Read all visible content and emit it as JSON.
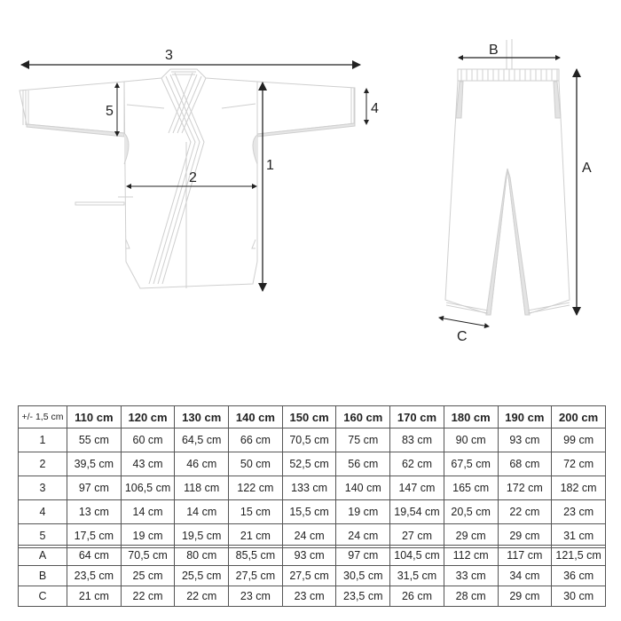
{
  "diagram": {
    "jacket_labels": {
      "width_span": "3",
      "body_width": "2",
      "body_length": "1",
      "sleeve_opening": "4",
      "armhole": "5"
    },
    "pants_labels": {
      "waist": "B",
      "length": "A",
      "leg_opening": "C"
    },
    "line_color": "#222222",
    "garment_color": "#cccccc"
  },
  "jacket_table": {
    "corner": "+/- 1,5 cm",
    "headers": [
      "110 cm",
      "120 cm",
      "130 cm",
      "140 cm",
      "150 cm",
      "160 cm",
      "170 cm",
      "180 cm",
      "190 cm",
      "200 cm"
    ],
    "rows": [
      {
        "label": "1",
        "values": [
          "55 cm",
          "60 cm",
          "64,5 cm",
          "66 cm",
          "70,5 cm",
          "75 cm",
          "83 cm",
          "90 cm",
          "93 cm",
          "99 cm"
        ]
      },
      {
        "label": "2",
        "values": [
          "39,5 cm",
          "43 cm",
          "46 cm",
          "50 cm",
          "52,5 cm",
          "56 cm",
          "62 cm",
          "67,5 cm",
          "68 cm",
          "72 cm"
        ]
      },
      {
        "label": "3",
        "values": [
          "97 cm",
          "106,5 cm",
          "118 cm",
          "122 cm",
          "133 cm",
          "140 cm",
          "147 cm",
          "165 cm",
          "172 cm",
          "182 cm"
        ]
      },
      {
        "label": "4",
        "values": [
          "13 cm",
          "14 cm",
          "14 cm",
          "15 cm",
          "15,5 cm",
          "19 cm",
          "19,54 cm",
          "20,5 cm",
          "22 cm",
          "23 cm"
        ]
      },
      {
        "label": "5",
        "values": [
          "17,5 cm",
          "19 cm",
          "19,5 cm",
          "21 cm",
          "24 cm",
          "24 cm",
          "27 cm",
          "29 cm",
          "29 cm",
          "31 cm"
        ]
      }
    ]
  },
  "pants_table": {
    "rows": [
      {
        "label": "A",
        "values": [
          "64 cm",
          "70,5 cm",
          "80 cm",
          "85,5 cm",
          "93 cm",
          "97 cm",
          "104,5 cm",
          "112 cm",
          "117 cm",
          "121,5 cm"
        ]
      },
      {
        "label": "B",
        "values": [
          "23,5 cm",
          "25 cm",
          "25,5 cm",
          "27,5 cm",
          "27,5 cm",
          "30,5 cm",
          "31,5 cm",
          "33 cm",
          "34 cm",
          "36 cm"
        ]
      },
      {
        "label": "C",
        "values": [
          "21 cm",
          "22 cm",
          "22 cm",
          "23 cm",
          "23 cm",
          "23,5 cm",
          "26 cm",
          "28 cm",
          "29 cm",
          "30 cm"
        ]
      }
    ]
  }
}
